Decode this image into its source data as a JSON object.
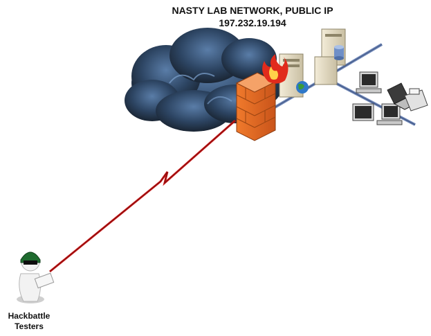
{
  "title": {
    "line1": "NASTY LAB NETWORK, PUBLIC IP",
    "line2": "197.232.19.194"
  },
  "caption": {
    "line1": "Hackbattle",
    "line2": "Testers"
  },
  "icons": [
    "cloud-icon",
    "firewall-icon",
    "flame-icon",
    "server-icon",
    "globe-icon",
    "database-icon",
    "workstation-icon",
    "laptop-icon",
    "fax-icon",
    "hacker-icon",
    "lightning-bolt-icon"
  ],
  "colors": {
    "cloud": "#2a3a50",
    "firewall": "#e46a22",
    "bolt": "#cc1b1b",
    "network_line": "#6f87b8",
    "hacker_helmet": "#1f6b2f"
  }
}
